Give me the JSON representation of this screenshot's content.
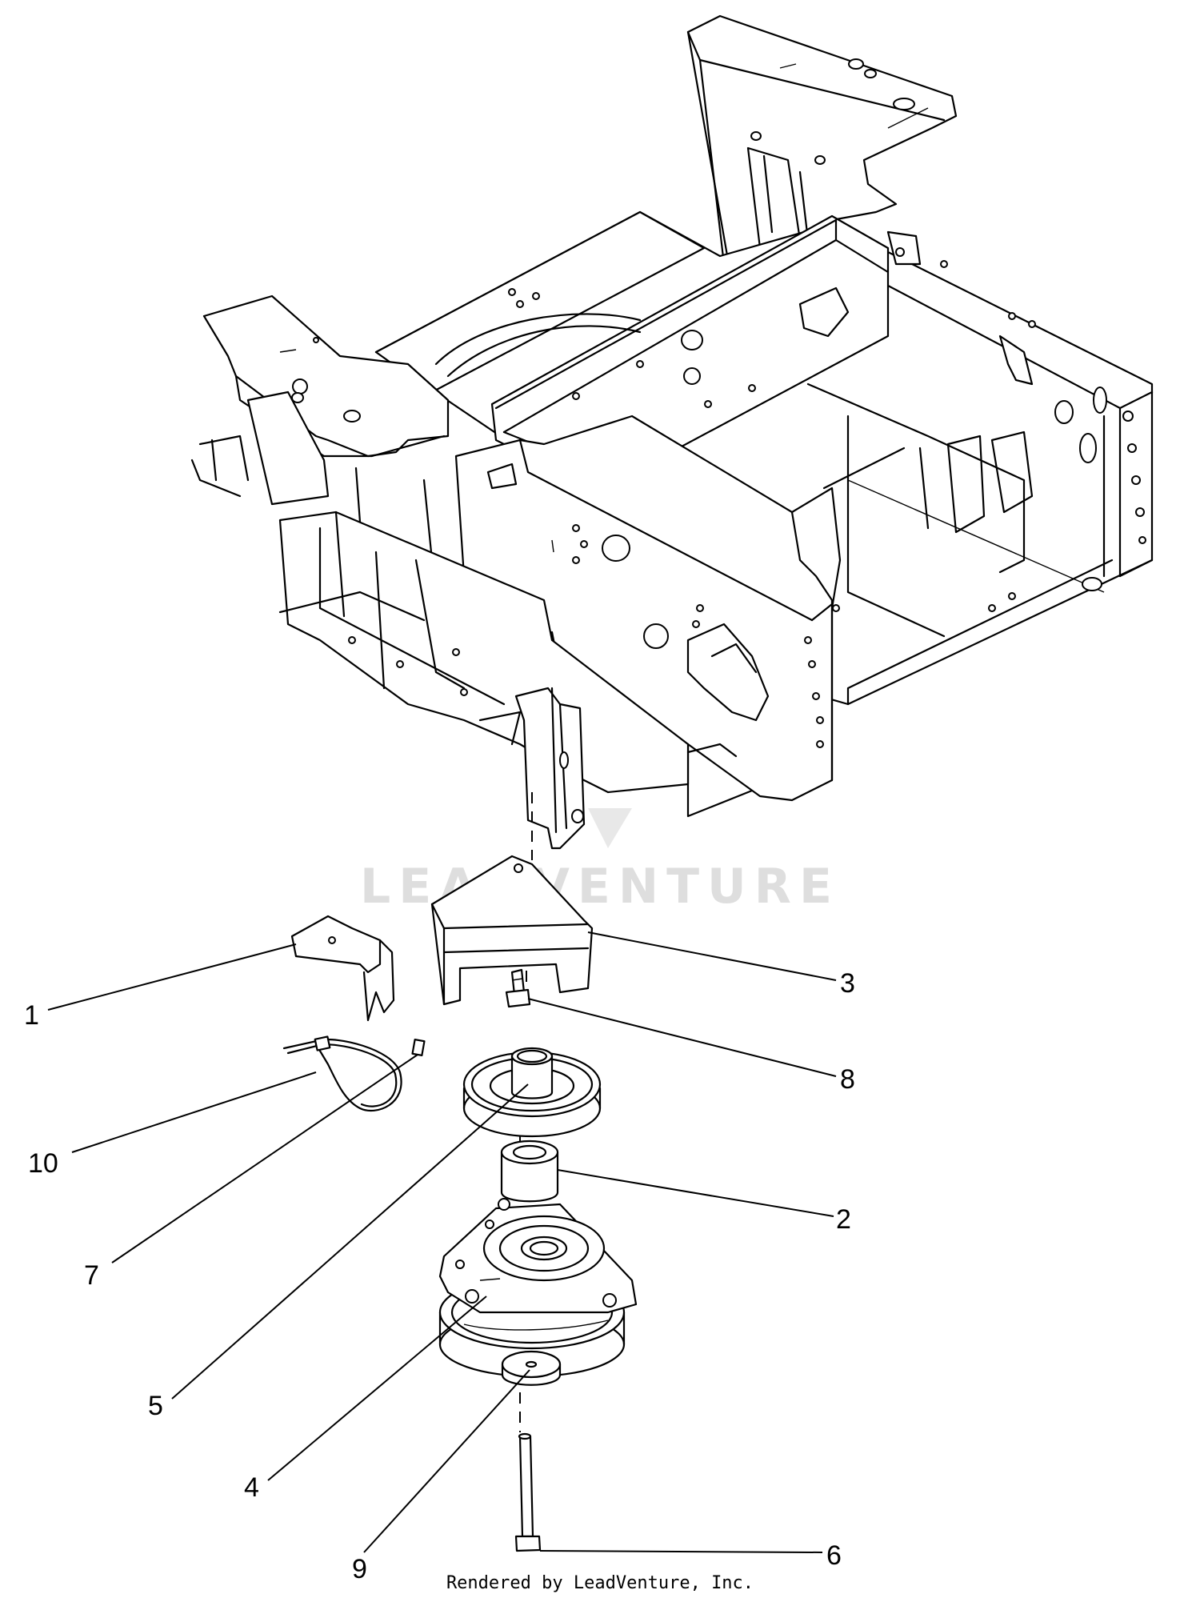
{
  "callouts": [
    {
      "id": "1",
      "label": "1"
    },
    {
      "id": "2",
      "label": "2"
    },
    {
      "id": "3",
      "label": "3"
    },
    {
      "id": "4",
      "label": "4"
    },
    {
      "id": "5",
      "label": "5"
    },
    {
      "id": "6",
      "label": "6"
    },
    {
      "id": "7",
      "label": "7"
    },
    {
      "id": "8",
      "label": "8"
    },
    {
      "id": "9",
      "label": "9"
    },
    {
      "id": "10",
      "label": "10"
    }
  ],
  "watermark": "LEADVENTURE",
  "footer": "Rendered by LeadVenture, Inc."
}
